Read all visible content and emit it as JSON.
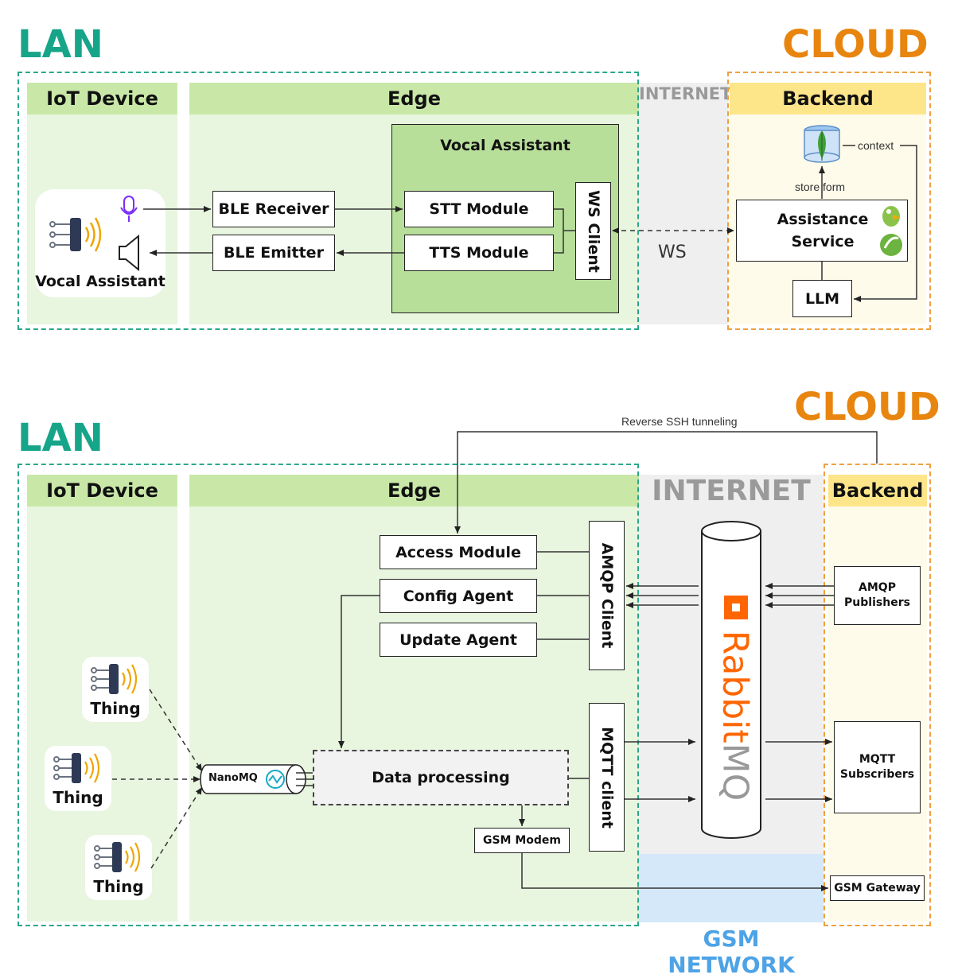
{
  "top": {
    "lan_title": "LAN",
    "cloud_title": "CLOUD",
    "iot_header": "IoT Device",
    "edge_header": "Edge",
    "internet_label": "INTERNET",
    "backend_header": "Backend",
    "device_label": "Vocal Assistant",
    "ble_receiver": "BLE Receiver",
    "ble_emitter": "BLE Emitter",
    "vocal_assistant_title": "Vocal Assistant",
    "stt_module": "STT Module",
    "tts_module": "TTS Module",
    "ws_client": "WS Client",
    "ws_label": "WS",
    "context_label": "context",
    "store_form_label": "store form",
    "assistance_service": "Assistance Service",
    "llm": "LLM"
  },
  "bottom": {
    "lan_title": "LAN",
    "cloud_title": "CLOUD",
    "iot_header": "IoT Device",
    "edge_header": "Edge",
    "internet_label": "INTERNET",
    "backend_header": "Backend",
    "reverse_ssh_label": "Reverse SSH tunneling",
    "access_module": "Access Module",
    "config_agent": "Config Agent",
    "update_agent": "Update Agent",
    "amqp_client": "AMQP Client",
    "mqtt_client": "MQTT client",
    "data_processing": "Data processing",
    "gsm_modem": "GSM Modem",
    "nanomq": "NanoMQ",
    "rabbitmq_rabbit": "Rabbit",
    "rabbitmq_mq": "MQ",
    "amqp_publishers": "AMQP Publishers",
    "mqtt_subscribers": "MQTT Subscribers",
    "gsm_gateway": "GSM Gateway",
    "gsm_network": "GSM NETWORK",
    "things": [
      "Thing",
      "Thing",
      "Thing"
    ]
  },
  "colors": {
    "lan": "#17a589",
    "cloud": "#e8850f",
    "rabbitmq": "#ff6600",
    "gsm_network": "#4da3e6"
  }
}
